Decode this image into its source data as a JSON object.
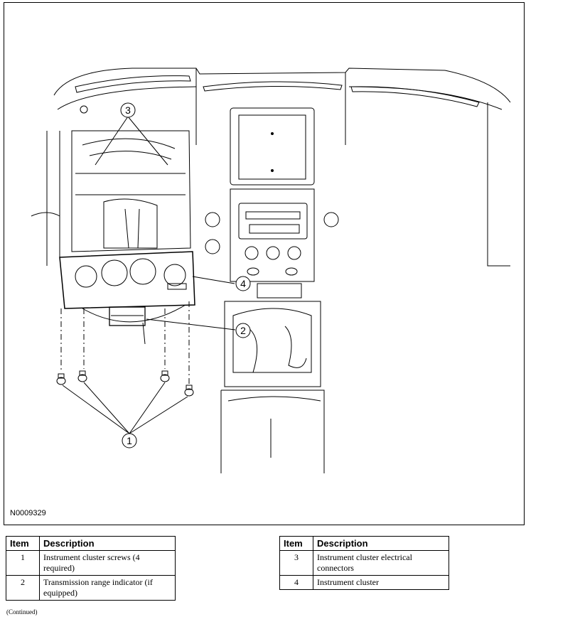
{
  "figure": {
    "id": "N0009329",
    "callouts": [
      "1",
      "2",
      "3",
      "4"
    ]
  },
  "legend": {
    "header_item": "Item",
    "header_description": "Description",
    "left_rows": [
      {
        "item": "1",
        "description": "Instrument cluster screws (4 required)"
      },
      {
        "item": "2",
        "description": "Transmission range indicator (if equipped)"
      }
    ],
    "right_rows": [
      {
        "item": "3",
        "description": "Instrument cluster electrical connectors"
      },
      {
        "item": "4",
        "description": "Instrument cluster"
      }
    ]
  },
  "continued": "(Continued)"
}
